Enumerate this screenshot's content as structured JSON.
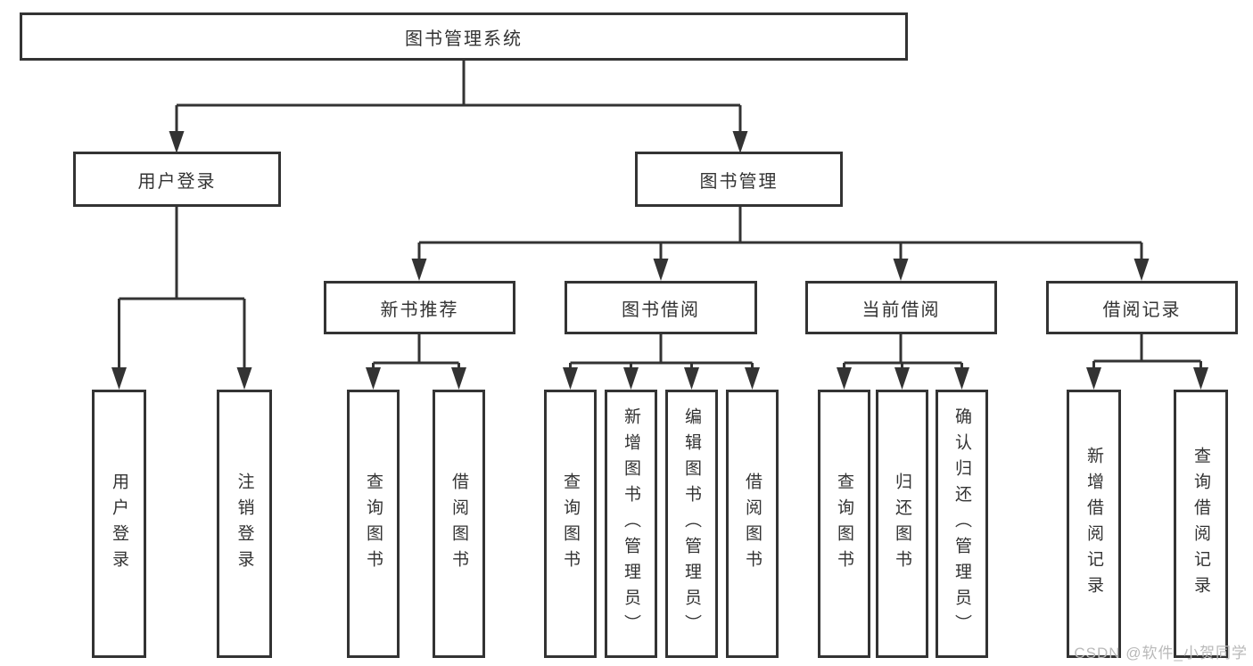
{
  "diagram": {
    "root": "图书管理系统",
    "children": [
      {
        "label": "用户登录",
        "children": [
          {
            "label": "用户登录"
          },
          {
            "label": "注销登录"
          }
        ]
      },
      {
        "label": "图书管理",
        "children": [
          {
            "label": "新书推荐",
            "children": [
              {
                "label": "查询图书"
              },
              {
                "label": "借阅图书"
              }
            ]
          },
          {
            "label": "图书借阅",
            "children": [
              {
                "label": "查询图书"
              },
              {
                "label": "新增图书（管理员）"
              },
              {
                "label": "编辑图书（管理员）"
              },
              {
                "label": "借阅图书"
              }
            ]
          },
          {
            "label": "当前借阅",
            "children": [
              {
                "label": "查询图书"
              },
              {
                "label": "归还图书"
              },
              {
                "label": "确认归还（管理员）"
              }
            ]
          },
          {
            "label": "借阅记录",
            "children": [
              {
                "label": "新增借阅记录"
              },
              {
                "label": "查询借阅记录"
              }
            ]
          }
        ]
      }
    ]
  },
  "watermark": {
    "text": "CSDN @软件_小贺同学"
  },
  "colors": {
    "line": "#333333",
    "text": "#333333",
    "box_background": "#ffffff",
    "watermark": "#b9b9b9"
  }
}
